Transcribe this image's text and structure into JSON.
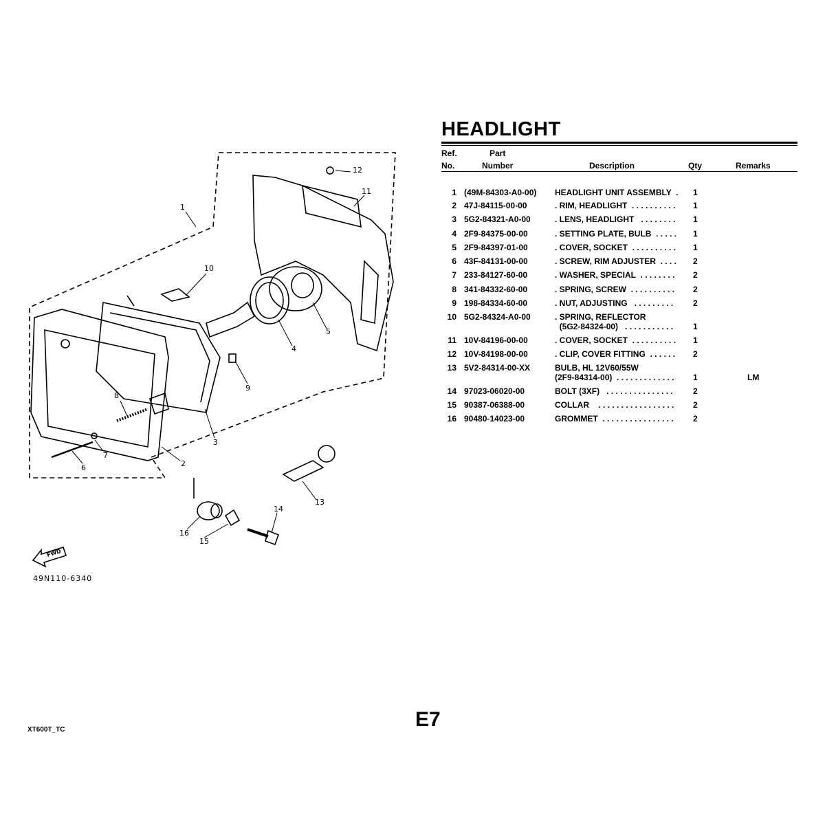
{
  "title": "HEADLIGHT",
  "columns": {
    "ref_top": "Ref.",
    "ref_bottom": "No.",
    "part_top": "Part",
    "part_bottom": "Number",
    "description": "Description",
    "qty": "Qty",
    "remarks": "Remarks"
  },
  "rows": [
    {
      "ref": "1",
      "part": "(49M-84303-A0-00)",
      "desc": "HEADLIGHT UNIT ASSEMBLY  .",
      "qty": "1",
      "remarks": ""
    },
    {
      "ref": "2",
      "part": "47J-84115-00-00",
      "desc": ". RIM, HEADLIGHT  . . . . . . . . . .",
      "qty": "1",
      "remarks": ""
    },
    {
      "ref": "3",
      "part": "5G2-84321-A0-00",
      "desc": ". LENS, HEADLIGHT   . . . . . . . .",
      "qty": "1",
      "remarks": ""
    },
    {
      "ref": "4",
      "part": "2F9-84375-00-00",
      "desc": ". SETTING PLATE, BULB  . . . . .",
      "qty": "1",
      "remarks": ""
    },
    {
      "ref": "5",
      "part": "2F9-84397-01-00",
      "desc": ". COVER, SOCKET  . . . . . . . . . .",
      "qty": "1",
      "remarks": ""
    },
    {
      "ref": "6",
      "part": "43F-84131-00-00",
      "desc": ". SCREW, RIM ADJUSTER  . . . .",
      "qty": "2",
      "remarks": ""
    },
    {
      "ref": "7",
      "part": "233-84127-60-00",
      "desc": ". WASHER, SPECIAL  . . . . . . . .",
      "qty": "2",
      "remarks": ""
    },
    {
      "ref": "8",
      "part": "341-84332-60-00",
      "desc": ". SPRING, SCREW  . . . . . . . . . .",
      "qty": "2",
      "remarks": ""
    },
    {
      "ref": "9",
      "part": "198-84334-60-00",
      "desc": ". NUT, ADJUSTING   . . . . . . . . .",
      "qty": "2",
      "remarks": ""
    },
    {
      "ref": "10",
      "part": "5G2-84324-A0-00",
      "desc": ". SPRING, REFLECTOR",
      "desc2": "  (5G2-84324-00)   . . . . . . . . . . .",
      "qty": "1",
      "remarks": ""
    },
    {
      "ref": "11",
      "part": "10V-84196-00-00",
      "desc": ". COVER, SOCKET  . . . . . . . . . .",
      "qty": "1",
      "remarks": ""
    },
    {
      "ref": "12",
      "part": "10V-84198-00-00",
      "desc": ". CLIP, COVER FITTING  . . . . . .",
      "qty": "2",
      "remarks": ""
    },
    {
      "ref": "13",
      "part": "5V2-84314-00-XX",
      "desc": "BULB, HL 12V60/55W",
      "desc2": "(2F9-84314-00)  . . . . . . . . . . . . .",
      "qty": "1",
      "remarks": "LM"
    },
    {
      "ref": "14",
      "part": "97023-06020-00",
      "desc": "BOLT (3XF)   . . . . . . . . . . . . . . .",
      "qty": "2",
      "remarks": ""
    },
    {
      "ref": "15",
      "part": "90387-06388-00",
      "desc": "COLLAR    . . . . . . . . . . . . . . . . .",
      "qty": "2",
      "remarks": ""
    },
    {
      "ref": "16",
      "part": "90480-14023-00",
      "desc": "GROMMET  . . . . . . . . . . . . . . . .",
      "qty": "2",
      "remarks": ""
    }
  ],
  "diagram": {
    "callouts": [
      "1",
      "2",
      "3",
      "4",
      "5",
      "6",
      "7",
      "8",
      "9",
      "10",
      "11",
      "12",
      "13",
      "14",
      "15",
      "16"
    ],
    "fwd_label": "FWD",
    "code": "49N110-6340"
  },
  "footer": {
    "page": "E7",
    "model": "XT600T_TC"
  }
}
